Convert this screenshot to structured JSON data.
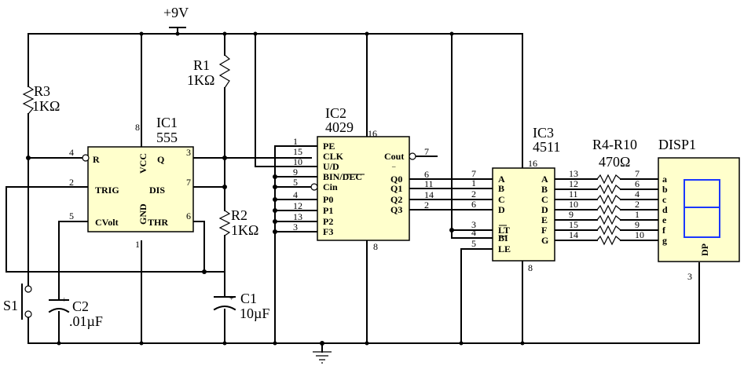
{
  "supply": {
    "label": "+9V"
  },
  "ic1": {
    "ref": "IC1",
    "part": "555",
    "pins_left": [
      [
        "4",
        "R"
      ],
      [
        "2",
        "TRIG"
      ],
      [
        "5",
        "CVolt"
      ]
    ],
    "pins_right": [
      [
        "3",
        "Q"
      ],
      [
        "7",
        "DIS"
      ],
      [
        "6",
        "THR"
      ]
    ],
    "vcc": "VCC",
    "gnd": "GND",
    "vcc_pin": "8",
    "gnd_pin": "1"
  },
  "ic2": {
    "ref": "IC2",
    "part": "4029",
    "pins_left": [
      [
        "1",
        "PE"
      ],
      [
        "15",
        "CLK"
      ],
      [
        "10",
        "U/D"
      ],
      [
        "9",
        "BIN/DEC"
      ],
      [
        "5",
        "Cin"
      ],
      [
        "4",
        "P0"
      ],
      [
        "12",
        "P1"
      ],
      [
        "13",
        "P2"
      ],
      [
        "3",
        "F3"
      ]
    ],
    "pins_right": [
      [
        "7",
        "Cout"
      ],
      [
        "6",
        "Q0"
      ],
      [
        "11",
        "Q1"
      ],
      [
        "14",
        "Q2"
      ],
      [
        "2",
        "Q3"
      ]
    ],
    "vcc_pin": "16",
    "gnd_pin": "8"
  },
  "ic3": {
    "ref": "IC3",
    "part": "4511",
    "pins_left": [
      [
        "7",
        "A"
      ],
      [
        "1",
        "B"
      ],
      [
        "2",
        "C"
      ],
      [
        "6",
        "D"
      ],
      [
        "3",
        "LT"
      ],
      [
        "4",
        "BI"
      ],
      [
        "5",
        "LE"
      ]
    ],
    "pins_right": [
      [
        "13",
        "A"
      ],
      [
        "12",
        "B"
      ],
      [
        "11",
        "C"
      ],
      [
        "10",
        "D"
      ],
      [
        "9",
        "E"
      ],
      [
        "15",
        "F"
      ],
      [
        "14",
        "G"
      ]
    ],
    "vcc_pin": "16",
    "gnd_pin": "8"
  },
  "disp": {
    "ref": "DISP1",
    "pins": [
      [
        "7",
        "a"
      ],
      [
        "6",
        "b"
      ],
      [
        "4",
        "c"
      ],
      [
        "2",
        "d"
      ],
      [
        "1",
        "e"
      ],
      [
        "9",
        "f"
      ],
      [
        "10",
        "g"
      ]
    ],
    "dp": "DP",
    "common_pin": "3"
  },
  "r3": {
    "ref": "R3",
    "value": "1KΩ"
  },
  "r1": {
    "ref": "R1",
    "value": "1KΩ"
  },
  "r2": {
    "ref": "R2",
    "value": "1KΩ"
  },
  "rarray": {
    "ref": "R4-R10",
    "value": "470Ω"
  },
  "c1": {
    "ref": "C1",
    "value": "10µF"
  },
  "c2": {
    "ref": "C2",
    "value": ".01µF"
  },
  "s1": {
    "ref": "S1"
  },
  "colors": {
    "chip_fill": "#ffffcc",
    "segment": "#1a37ff",
    "wire": "#000000"
  }
}
